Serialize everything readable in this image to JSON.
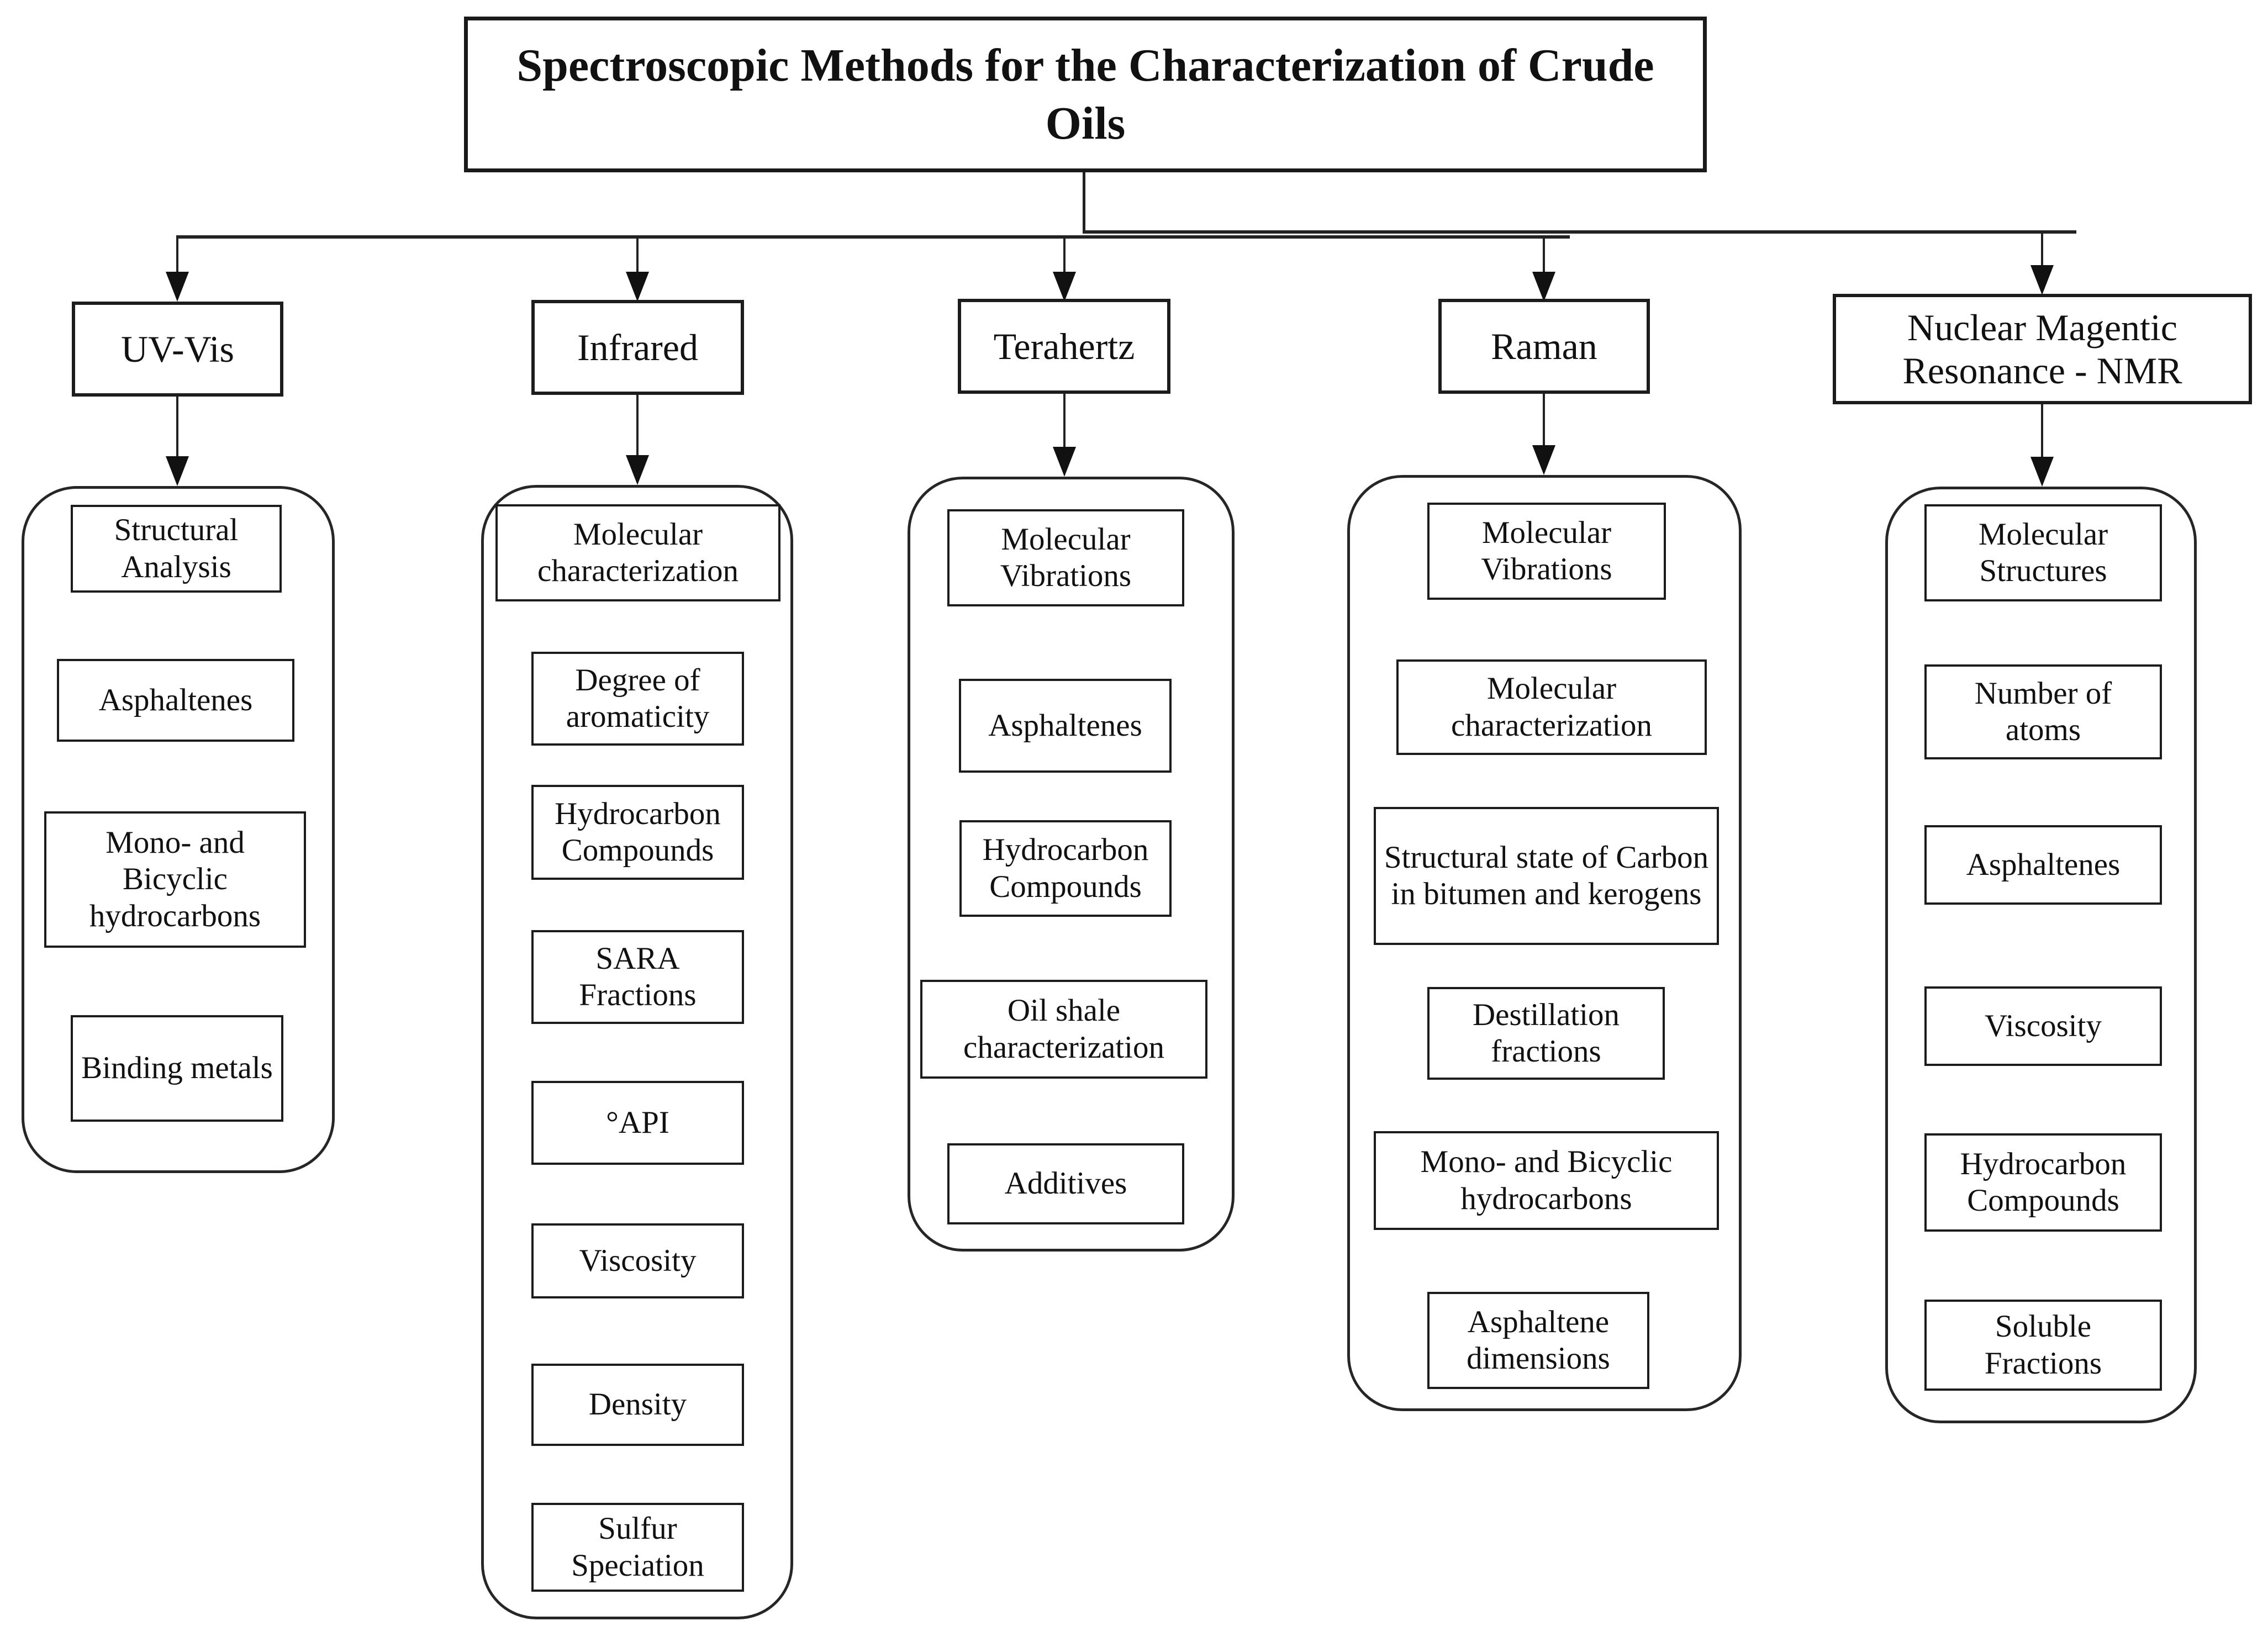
{
  "title": "Spectroscopic Methods for  the Characterization of Crude Oils",
  "diagram_type": "flowchart",
  "colors": {
    "background": "#ffffff",
    "box_border": "#1c1c1c",
    "text": "#111111",
    "connector": "#222222"
  },
  "columns": [
    {
      "id": "uv-vis",
      "header": "UV-Vis",
      "items": [
        "Structural Analysis",
        "Asphaltenes",
        "Mono- and Bicyclic hydrocarbons",
        "Binding metals"
      ]
    },
    {
      "id": "infrared",
      "header": "Infrared",
      "items": [
        "Molecular characterization",
        "Degree of aromaticity",
        "Hydrocarbon Compounds",
        "SARA Fractions",
        "°API",
        "Viscosity",
        "Density",
        "Sulfur Speciation"
      ]
    },
    {
      "id": "terahertz",
      "header": "Terahertz",
      "items": [
        "Molecular Vibrations",
        "Asphaltenes",
        "Hydrocarbon Compounds",
        "Oil shale characterization",
        "Additives"
      ]
    },
    {
      "id": "raman",
      "header": "Raman",
      "items": [
        "Molecular Vibrations",
        "Molecular characterization",
        "Structural state of Carbon in bitumen and kerogens",
        "Destillation fractions",
        "Mono- and Bicyclic hydrocarbons",
        "Asphaltene dimensions"
      ]
    },
    {
      "id": "nmr",
      "header": "Nuclear Magentic Resonance - NMR",
      "items": [
        "Molecular Structures",
        "Number of atoms",
        "Asphaltenes",
        "Viscosity",
        "Hydrocarbon Compounds",
        "Soluble Fractions"
      ]
    }
  ]
}
